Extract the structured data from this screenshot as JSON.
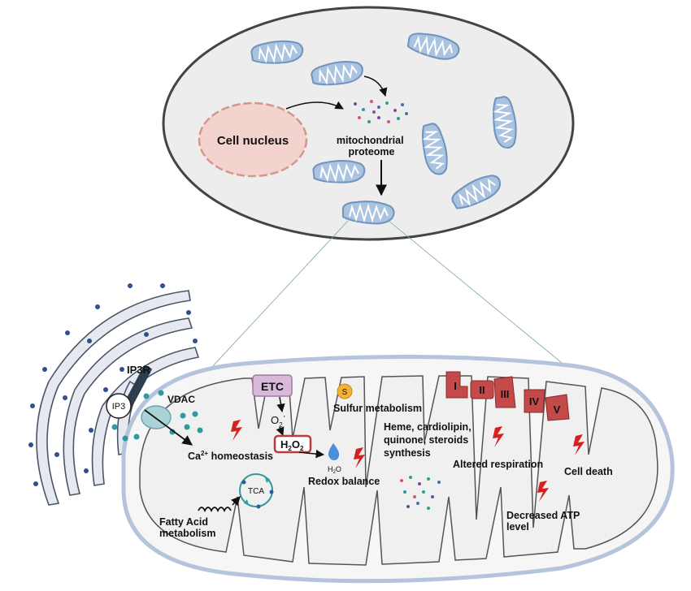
{
  "cell": {
    "nucleus_label": "Cell nucleus",
    "proteome_label_line1": "mitochondrial",
    "proteome_label_line2": "proteome"
  },
  "er": {
    "ip3": "IP3",
    "ip3r": "IP3R",
    "vdac": "VDAC"
  },
  "functions": {
    "ca_base": "Ca",
    "ca_sup": "2+",
    "ca_rest": " homeostasis",
    "etc": "ETC",
    "o2": "O",
    "o2_sub": "2",
    "o2_sup": "·",
    "h2o2_a": "H",
    "h2o2_sub1": "2",
    "h2o2_b": "O",
    "h2o2_sub2": "2",
    "h2o_a": "H",
    "h2o_sub": "2",
    "h2o_b": "O",
    "redox": "Redox balance",
    "sulfur_icon": "S",
    "sulfur": "Sulfur metabolism",
    "heme_line1": "Heme, cardiolipin,",
    "heme_line2": "quinone, steroids",
    "heme_line3": "synthesis",
    "tca": "TCA",
    "fatty_line1": "Fatty Acid",
    "fatty_line2": "metabolism"
  },
  "complexes": [
    "I",
    "II",
    "III",
    "IV",
    "V"
  ],
  "effects": {
    "altered": "Altered respiration",
    "death": "Cell death",
    "atp_line1": "Decreased ATP",
    "atp_line2": "level"
  },
  "colors": {
    "mito_fill": "#a9c3e0",
    "mito_stroke": "#6f93bd",
    "nucleus_fill": "#f3d3cd",
    "nucleus_stroke": "#d6968c",
    "complex_fill": "#c44a4a",
    "etc_fill": "#d9b9d9",
    "bolt": "#d32020",
    "teal": "#2e9aa0",
    "er_dot": "#2f4f8f"
  },
  "icons": [
    "lightning-bolt-icon",
    "sulfur-icon",
    "water-drop-icon",
    "fatty-acid-chain-icon",
    "tca-cycle-icon",
    "arrow-icon"
  ]
}
